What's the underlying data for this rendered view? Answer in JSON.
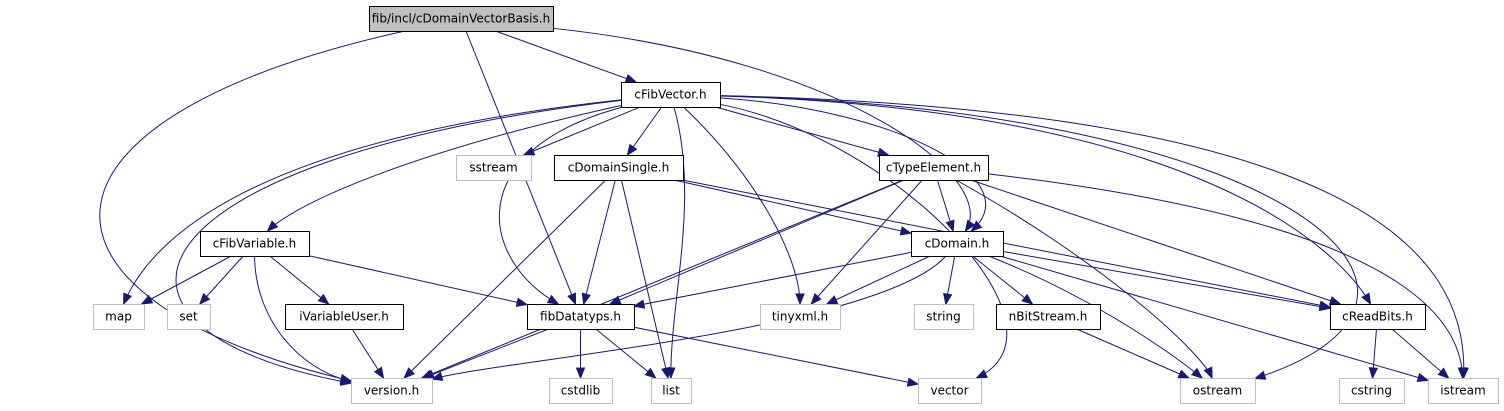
{
  "diagram": {
    "type": "include-dependency-graph",
    "colors": {
      "edge": "#191970",
      "root_fill": "#bfbfbf",
      "node_border": "#000000",
      "system_border": "#bfbfbf"
    },
    "nodes": [
      {
        "id": "root",
        "label": "fib/incl/cDomainVectorBasis.h",
        "kind": "root"
      },
      {
        "id": "cFibVector",
        "label": "cFibVector.h",
        "kind": "local"
      },
      {
        "id": "sstream",
        "label": "sstream",
        "kind": "system"
      },
      {
        "id": "cDomainSingle",
        "label": "cDomainSingle.h",
        "kind": "local"
      },
      {
        "id": "cTypeElement",
        "label": "cTypeElement.h",
        "kind": "local"
      },
      {
        "id": "cFibVariable",
        "label": "cFibVariable.h",
        "kind": "local"
      },
      {
        "id": "cDomain",
        "label": "cDomain.h",
        "kind": "local"
      },
      {
        "id": "map",
        "label": "map",
        "kind": "system"
      },
      {
        "id": "set",
        "label": "set",
        "kind": "system"
      },
      {
        "id": "iVariableUser",
        "label": "iVariableUser.h",
        "kind": "local"
      },
      {
        "id": "fibDatatyps",
        "label": "fibDatatyps.h",
        "kind": "local"
      },
      {
        "id": "tinyxml",
        "label": "tinyxml.h",
        "kind": "system"
      },
      {
        "id": "string",
        "label": "string",
        "kind": "system"
      },
      {
        "id": "nBitStream",
        "label": "nBitStream.h",
        "kind": "local"
      },
      {
        "id": "cReadBits",
        "label": "cReadBits.h",
        "kind": "local"
      },
      {
        "id": "version",
        "label": "version.h",
        "kind": "system"
      },
      {
        "id": "cstdlib",
        "label": "cstdlib",
        "kind": "system"
      },
      {
        "id": "list",
        "label": "list",
        "kind": "system"
      },
      {
        "id": "vector",
        "label": "vector",
        "kind": "system"
      },
      {
        "id": "ostream",
        "label": "ostream",
        "kind": "system"
      },
      {
        "id": "cstring",
        "label": "cstring",
        "kind": "system"
      },
      {
        "id": "istream",
        "label": "istream",
        "kind": "system"
      }
    ],
    "edges": [
      [
        "root",
        "cFibVector"
      ],
      [
        "root",
        "version"
      ],
      [
        "root",
        "fibDatatyps"
      ],
      [
        "root",
        "cDomain"
      ],
      [
        "cFibVector",
        "sstream"
      ],
      [
        "cFibVector",
        "cDomainSingle"
      ],
      [
        "cFibVector",
        "cTypeElement"
      ],
      [
        "cFibVector",
        "cFibVariable"
      ],
      [
        "cFibVector",
        "map"
      ],
      [
        "cFibVector",
        "version"
      ],
      [
        "cFibVector",
        "fibDatatyps"
      ],
      [
        "cFibVector",
        "list"
      ],
      [
        "cFibVector",
        "tinyxml"
      ],
      [
        "cFibVector",
        "cDomain"
      ],
      [
        "cFibVector",
        "vector"
      ],
      [
        "cFibVector",
        "cReadBits"
      ],
      [
        "cFibVector",
        "ostream"
      ],
      [
        "cFibVector",
        "istream"
      ],
      [
        "cDomainSingle",
        "cDomain"
      ],
      [
        "cDomainSingle",
        "fibDatatyps"
      ],
      [
        "cDomainSingle",
        "version"
      ],
      [
        "cDomainSingle",
        "list"
      ],
      [
        "cDomainSingle",
        "cReadBits"
      ],
      [
        "cTypeElement",
        "cDomain"
      ],
      [
        "cTypeElement",
        "fibDatatyps"
      ],
      [
        "cTypeElement",
        "version"
      ],
      [
        "cTypeElement",
        "tinyxml"
      ],
      [
        "cTypeElement",
        "cReadBits"
      ],
      [
        "cTypeElement",
        "ostream"
      ],
      [
        "cTypeElement",
        "istream"
      ],
      [
        "cFibVariable",
        "map"
      ],
      [
        "cFibVariable",
        "set"
      ],
      [
        "cFibVariable",
        "iVariableUser"
      ],
      [
        "cFibVariable",
        "version"
      ],
      [
        "cFibVariable",
        "fibDatatyps"
      ],
      [
        "iVariableUser",
        "version"
      ],
      [
        "cDomain",
        "fibDatatyps"
      ],
      [
        "cDomain",
        "version"
      ],
      [
        "cDomain",
        "tinyxml"
      ],
      [
        "cDomain",
        "string"
      ],
      [
        "cDomain",
        "nBitStream"
      ],
      [
        "cDomain",
        "cReadBits"
      ],
      [
        "cDomain",
        "ostream"
      ],
      [
        "cDomain",
        "istream"
      ],
      [
        "fibDatatyps",
        "version"
      ],
      [
        "fibDatatyps",
        "cstdlib"
      ],
      [
        "fibDatatyps",
        "list"
      ],
      [
        "fibDatatyps",
        "vector"
      ],
      [
        "nBitStream",
        "ostream"
      ],
      [
        "cReadBits",
        "cstring"
      ],
      [
        "cReadBits",
        "istream"
      ]
    ]
  }
}
